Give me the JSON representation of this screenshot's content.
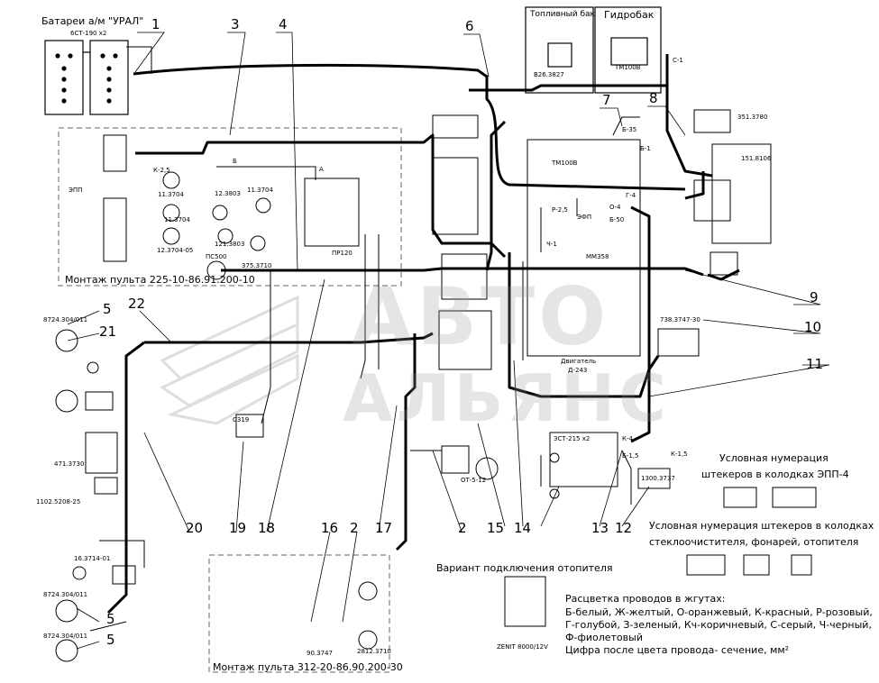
{
  "colors": {
    "wire": "#000000",
    "box": "#000000",
    "dashed": "#777777",
    "watermark": "#9a9a9a"
  },
  "headers": {
    "batteries": "Батареи а/м \"УРАЛ\"",
    "battery_model": "6СТ-190 х2",
    "fuel_tank": "Топливный бак",
    "hydro_tank": "Гидробак"
  },
  "panels": {
    "panel1": "Монтаж пульта 225-10-86.91.200-10",
    "panel2": "Монтаж пульта 312-20-86.90.200-30"
  },
  "components": {
    "b26": "В26.3827",
    "tm100_top": "ТМ100В",
    "tm100_engine": "ТМ100В",
    "mm358": "ММ358",
    "ps500": "ПС500",
    "pr120": "ПР120",
    "epp": "ЭПП",
    "efp": "ЭФП",
    "r351": "351.3780",
    "r151": "151.8106",
    "r738": "738.3747-30",
    "r1300": "1300.3737",
    "battery2": "3СТ-215 х2",
    "engine": "Двигатель",
    "engine_model": "Д-243",
    "s8724a": "8724.304/011",
    "s8724b": "8724.304/011",
    "s8724c": "8724.304/011",
    "s471": "471.3730",
    "s1102": "1102.5208-25",
    "s16": "16.3714-01",
    "ot": "ОТ-5-12",
    "s90": "90.3747",
    "s2812": "2812.3710",
    "zenit": "ZENIT 8000/12V",
    "s12": "12.3803",
    "s11a": "11.3704",
    "s11b": "11.3704",
    "s11c": "11.3704",
    "s121": "121.3803",
    "s375": "375.3710",
    "s12_3704": "12.3704-05",
    "s319": "С319",
    "jl_b35": "Б-35",
    "jl_b1": "Б-1",
    "jl_b50": "Б-50",
    "jl_g4": "Г-4",
    "jl_o4": "О-4",
    "jl_k4": "К-4",
    "jl_k15": "К-1,5",
    "jl_b15": "Б-1,5",
    "jl_s1": "С-1",
    "jl_r25": "Р-2,5",
    "jl_ch1": "Ч-1",
    "jl_k25": "К-2,5",
    "jl_a": "А",
    "jl_b": "Б"
  },
  "numbers": [
    "1",
    "3",
    "4",
    "6",
    "7",
    "8",
    "9",
    "10",
    "11",
    "5",
    "21",
    "22",
    "20",
    "19",
    "18",
    "2",
    "15",
    "14",
    "13",
    "12",
    "16",
    "2",
    "17",
    "5",
    "5"
  ],
  "notes": {
    "connector_epp": "Условная нумерация",
    "connector_epp2": "штекеров в колодках ЭПП-4",
    "connector_wiper": "Условная нумерация штекеров в колодках",
    "connector_wiper2": "стеклоочистителя, фонарей, отопителя",
    "heater_variant": "Вариант подключения отопителя",
    "colors_title": "Расцветка проводов в жгутах:",
    "colors_line1": "Б-белый, Ж-желтый, О-оранжевый, К-красный, Р-розовый,",
    "colors_line2": "Г-голубой, З-зеленый, Кч-коричневый, С-серый, Ч-черный,",
    "colors_line3": "Ф-фиолетовый",
    "section_note": "Цифра после цвета провода- сечение, мм²"
  },
  "watermark": {
    "line1": "АВТО",
    "line2": "АЛЬЯНС"
  }
}
